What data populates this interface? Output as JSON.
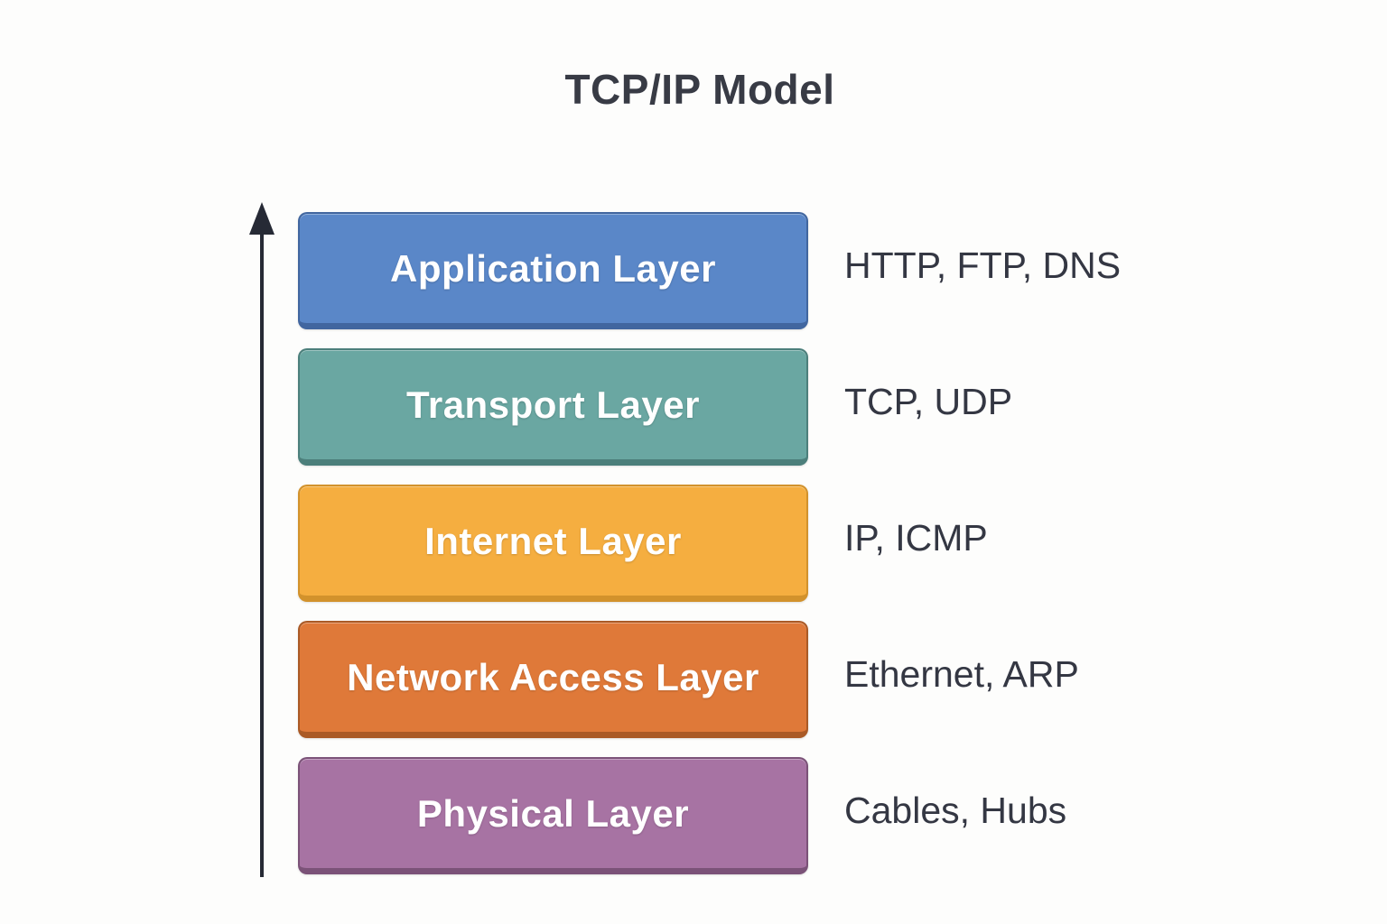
{
  "title": "TCP/IP Model",
  "arrow": {
    "direction": "up",
    "color": "#262a35"
  },
  "layers": [
    {
      "name": "Application Layer",
      "protocols": "HTTP, FTP, DNS",
      "fill": "#5a87c8",
      "border": "#41669f"
    },
    {
      "name": "Transport Layer",
      "protocols": "TCP, UDP",
      "fill": "#6aa7a2",
      "border": "#4c7f7b"
    },
    {
      "name": "Internet Layer",
      "protocols": "IP, ICMP",
      "fill": "#f5ae40",
      "border": "#d2922c"
    },
    {
      "name": "Network Access Layer",
      "protocols": "Ethernet, ARP",
      "fill": "#df7939",
      "border": "#aa5a26"
    },
    {
      "name": "Physical Layer",
      "protocols": "Cables, Hubs",
      "fill": "#a773a3",
      "border": "#7b5278"
    }
  ]
}
